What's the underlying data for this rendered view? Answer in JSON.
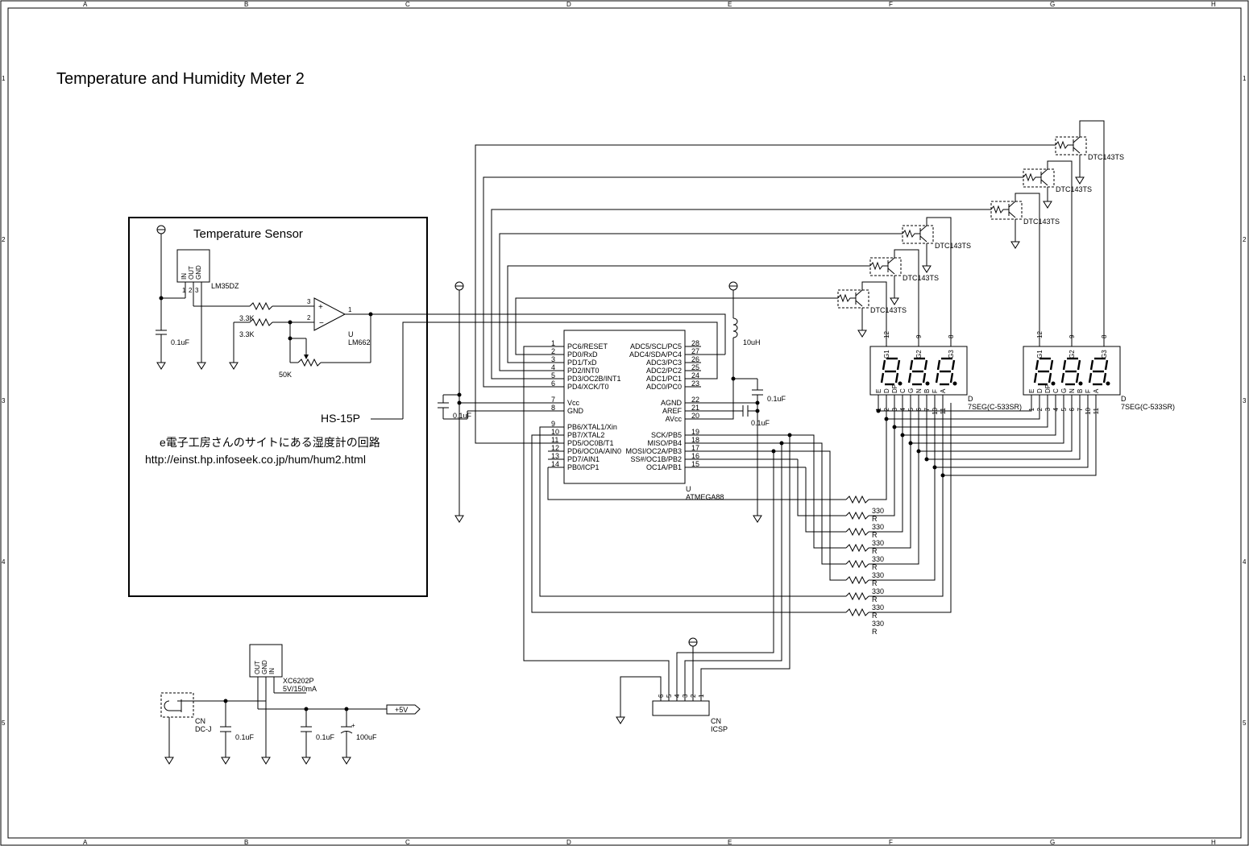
{
  "title": "Temperature and Humidity Meter 2",
  "frame": {
    "columns": [
      "A",
      "B",
      "C",
      "D",
      "E",
      "F",
      "G",
      "H"
    ],
    "rows": [
      "1",
      "2",
      "3",
      "4",
      "5"
    ]
  },
  "sensor_block": {
    "heading": "Temperature Sensor",
    "lm35": {
      "part": "LM35DZ",
      "pins": [
        "IN",
        "OUT",
        "GND"
      ],
      "pin_numbers": [
        "1",
        "2",
        "3"
      ]
    },
    "c_bypass": "0.1uF",
    "r1": "3.3K",
    "r2": "3.3K",
    "pot": "50K",
    "opamp": {
      "ref": "U",
      "part": "LM662",
      "in_plus": "3",
      "in_minus": "2",
      "out": "1"
    },
    "hs15p": "HS-15P",
    "note_jp": "e電子工房さんのサイトにある湿度計の回路",
    "note_url": "http://einst.hp.infoseek.co.jp/hum/hum2.html"
  },
  "mcu": {
    "ref": "U",
    "part": "ATMEGA88",
    "left_pins": [
      {
        "num": "1",
        "name": "PC6/RESET"
      },
      {
        "num": "2",
        "name": "PD0/RxD"
      },
      {
        "num": "3",
        "name": "PD1/TxD"
      },
      {
        "num": "4",
        "name": "PD2/INT0"
      },
      {
        "num": "5",
        "name": "PD3/OC2B/INT1"
      },
      {
        "num": "6",
        "name": "PD4/XCK/T0"
      },
      {
        "num": "7",
        "name": "Vcc"
      },
      {
        "num": "8",
        "name": "GND"
      },
      {
        "num": "9",
        "name": "PB6/XTAL1/Xin"
      },
      {
        "num": "10",
        "name": "PB7/XTAL2"
      },
      {
        "num": "11",
        "name": "PD5/OC0B/T1"
      },
      {
        "num": "12",
        "name": "PD6/OC0A/AIN0"
      },
      {
        "num": "13",
        "name": "PD7/AIN1"
      },
      {
        "num": "14",
        "name": "PB0/ICP1"
      }
    ],
    "right_pins": [
      {
        "num": "28",
        "name": "ADC5/SCL/PC5"
      },
      {
        "num": "27",
        "name": "ADC4/SDA/PC4"
      },
      {
        "num": "26",
        "name": "ADC3/PC3"
      },
      {
        "num": "25",
        "name": "ADC2/PC2"
      },
      {
        "num": "24",
        "name": "ADC1/PC1"
      },
      {
        "num": "23",
        "name": "ADC0/PC0"
      },
      {
        "num": "22",
        "name": "AGND"
      },
      {
        "num": "21",
        "name": "AREF"
      },
      {
        "num": "20",
        "name": "AVcc"
      },
      {
        "num": "19",
        "name": "SCK/PB5"
      },
      {
        "num": "18",
        "name": "MISO/PB4"
      },
      {
        "num": "17",
        "name": "MOSI/OC2A/PB3"
      },
      {
        "num": "16",
        "name": "SS#/OC1B/PB2"
      },
      {
        "num": "15",
        "name": "OC1A/PB1"
      }
    ]
  },
  "passives": {
    "inductor": "10uH",
    "c_agnd": "0.1uF",
    "c_aref": "0.1uF",
    "c_vcc": "0.1uF"
  },
  "transistors": {
    "part": "DTC143TS",
    "labels": [
      "DTC143TS",
      "DTC143TS",
      "DTC143TS",
      "DTC143TS",
      "DTC143TS",
      "DTC143TS"
    ]
  },
  "segment_resistors": {
    "value": "330",
    "ref": "R",
    "labels": [
      "330",
      "330",
      "330",
      "330",
      "330",
      "330",
      "330",
      "330"
    ]
  },
  "displays": [
    {
      "ref": "D",
      "part": "7SEG(C-533SR)",
      "top_pins": [
        "12",
        "9",
        "8"
      ],
      "top_letters": [
        "G1",
        "G2",
        "G3"
      ],
      "bottom_pins": [
        "1",
        "2",
        "3",
        "4",
        "5",
        "6",
        "7",
        "10",
        "11"
      ],
      "bottom_letters": [
        "E",
        "D",
        "DP",
        "C",
        "G",
        "N",
        "B",
        "F",
        "A"
      ],
      "digits": "8.8.8."
    },
    {
      "ref": "D",
      "part": "7SEG(C-533SR)",
      "top_pins": [
        "12",
        "9",
        "8"
      ],
      "top_letters": [
        "G1",
        "G2",
        "G3"
      ],
      "bottom_pins": [
        "1",
        "2",
        "3",
        "4",
        "5",
        "6",
        "7",
        "10",
        "11"
      ],
      "bottom_letters": [
        "E",
        "D",
        "DP",
        "C",
        "G",
        "N",
        "B",
        "F",
        "A"
      ],
      "digits": "8.8.8."
    }
  ],
  "icsp": {
    "ref": "CN",
    "name": "ICSP",
    "pins": [
      "6",
      "5",
      "4",
      "3",
      "2",
      "1"
    ]
  },
  "power": {
    "regulator": "XC6202P",
    "regulator_spec": "5V/150mA",
    "regulator_pins": [
      "OUT",
      "GND",
      "IN"
    ],
    "jack_ref": "CN",
    "jack_name": "DC-J",
    "c_in": "0.1uF",
    "c_out": "0.1uF",
    "c_bulk": "100uF",
    "rail_label": "+5V"
  }
}
